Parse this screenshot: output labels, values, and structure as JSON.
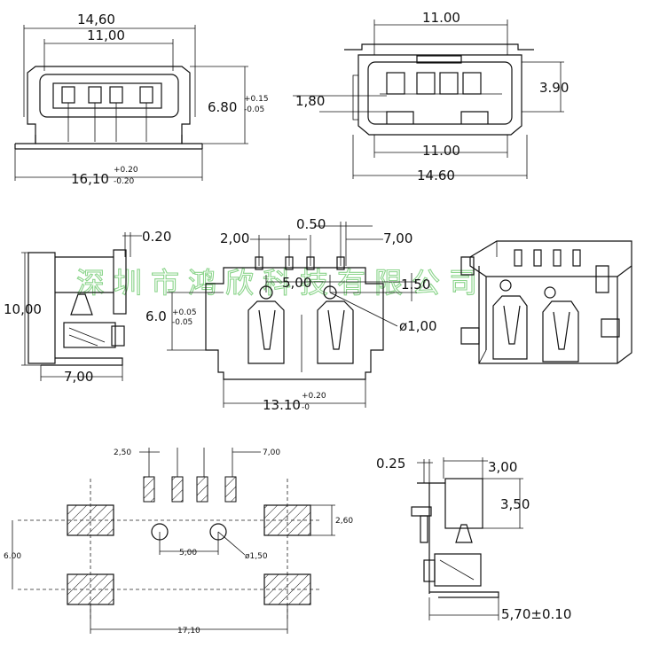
{
  "watermark": "深圳市鸿欣科技有限公司",
  "front_view": {
    "overall_width": "14,60",
    "inner_width": "11,00",
    "height_value": "6.80",
    "height_tol_plus": "+0.15",
    "height_tol_minus": "-0.05",
    "base_width": "16,10",
    "base_tol_plus": "+0.20",
    "base_tol_minus": "-0.20"
  },
  "top_view": {
    "top_width": "11.00",
    "side_height": "3.90",
    "tab_height": "1,80",
    "bottom_inner_width": "11.00",
    "bottom_overall_width": "14.60"
  },
  "side_view": {
    "thickness": "0.20",
    "height": "10,00",
    "depth": "7,00"
  },
  "body_view": {
    "pin_pitch": "2,00",
    "pin_gap": "0.50",
    "pin_span": "7,00",
    "hole_spacing": "5,00",
    "hole_offset": "1.50",
    "hole_diameter": "ø1,00",
    "hole_height": "6.0",
    "hole_height_tol_plus": "+0.05",
    "hole_height_tol_minus": "-0.05",
    "width": "13.10",
    "width_tol_plus": "+0.20",
    "width_tol_minus": "-0"
  },
  "footprint": {
    "pad_pitch": "2,50",
    "pad_span": "7,00",
    "pad_height": "2,60",
    "row_spacing": "6.00",
    "hole_spacing": "5,00",
    "hole_diameter": "ø1,50",
    "overall_width": "17,10"
  },
  "profile": {
    "thickness": "0.25",
    "width": "3,00",
    "height": "3,50",
    "length": "5,70±0.10"
  }
}
